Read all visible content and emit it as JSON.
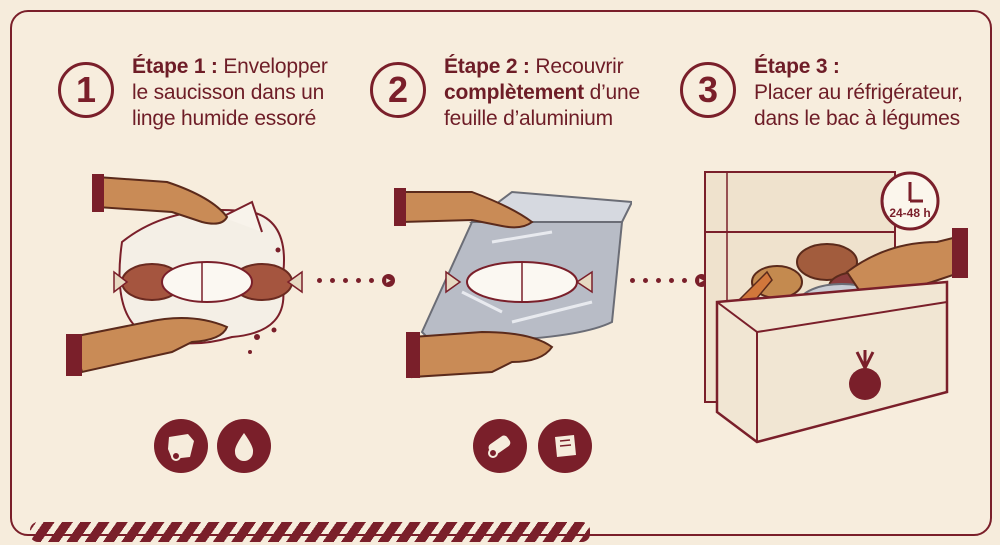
{
  "steps": [
    {
      "number": "1",
      "label": "Étape 1 :",
      "line1": " Envelopper",
      "line2": "le saucisson dans un",
      "line3": "linge humide essoré"
    },
    {
      "number": "2",
      "label": "Étape 2 :",
      "line1": " Recouvrir",
      "line2_bold": "complètement",
      "line2": " d’une",
      "line3": "feuille d’aluminium"
    },
    {
      "number": "3",
      "label": "Étape 3 :",
      "line1": "",
      "line2": "Placer au réfrigérateur,",
      "line3": "dans le bac à légumes"
    }
  ],
  "timer": {
    "label": "24-48 h"
  },
  "icons": [
    "cloth-icon",
    "water-drop-icon",
    "foil-roll-icon",
    "foil-sheet-icon",
    "beet-icon",
    "clock-icon"
  ],
  "colors": {
    "accent": "#7a1f2a",
    "background": "#f6ecdc",
    "skin": "#c98b56"
  }
}
